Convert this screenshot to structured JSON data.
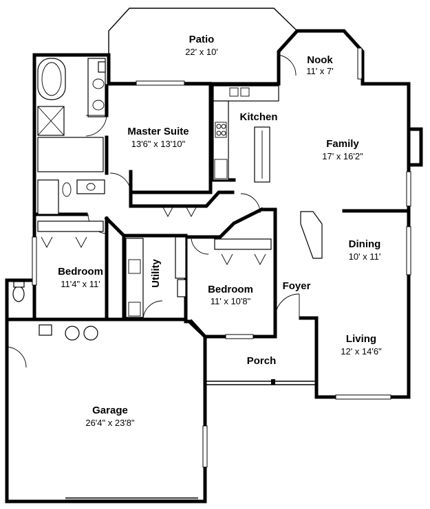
{
  "rooms": {
    "patio": {
      "name": "Patio",
      "dim": "22' x 10'"
    },
    "nook": {
      "name": "Nook",
      "dim": "11' x 7'"
    },
    "kitchen": {
      "name": "Kitchen",
      "dim": ""
    },
    "master": {
      "name": "Master Suite",
      "dim": "13'6\" x 13'10\""
    },
    "family": {
      "name": "Family",
      "dim": "17' x 16'2\""
    },
    "dining": {
      "name": "Dining",
      "dim": "10' x 11'"
    },
    "bedroom1": {
      "name": "Bedroom",
      "dim": "11'4\" x 11'"
    },
    "utility": {
      "name": "Utility",
      "dim": ""
    },
    "bedroom2": {
      "name": "Bedroom",
      "dim": "11' x 10'8\""
    },
    "foyer": {
      "name": "Foyer",
      "dim": ""
    },
    "living": {
      "name": "Living",
      "dim": "12' x 14'6\""
    },
    "porch": {
      "name": "Porch",
      "dim": ""
    },
    "garage": {
      "name": "Garage",
      "dim": "26'4\" x 23'8\""
    }
  }
}
